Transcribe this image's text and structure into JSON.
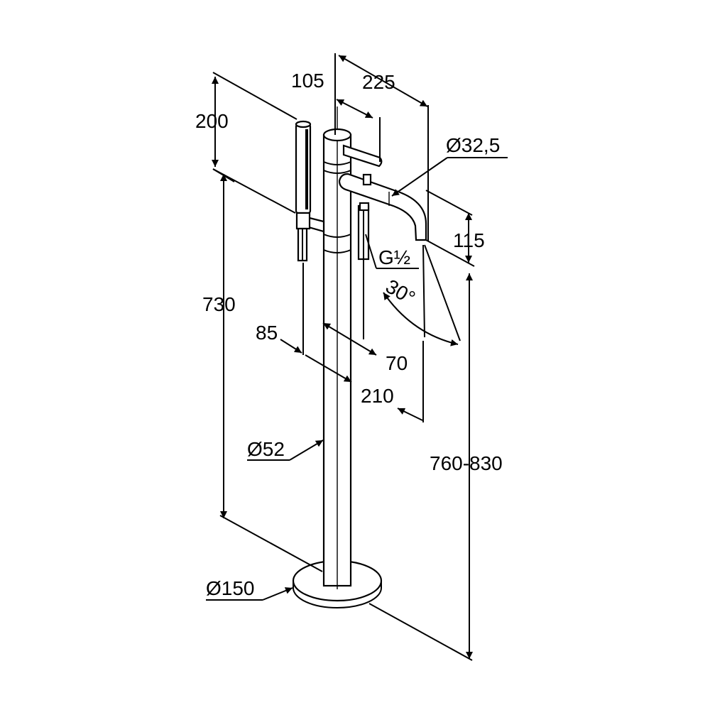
{
  "dimensions": {
    "overall_height": "760-830",
    "body_height": "730",
    "hand_shower_height": "200",
    "spout_offset_a": "105",
    "spout_offset_b": "225",
    "spout_diameter": "Ø32,5",
    "spout_drop": "115",
    "connection": "G½",
    "angle": "30°",
    "depth_85": "85",
    "depth_70": "70",
    "depth_210": "210",
    "column_diameter": "Ø52",
    "base_diameter": "Ø150"
  },
  "colors": {
    "line": "#000000",
    "background": "#ffffff"
  }
}
